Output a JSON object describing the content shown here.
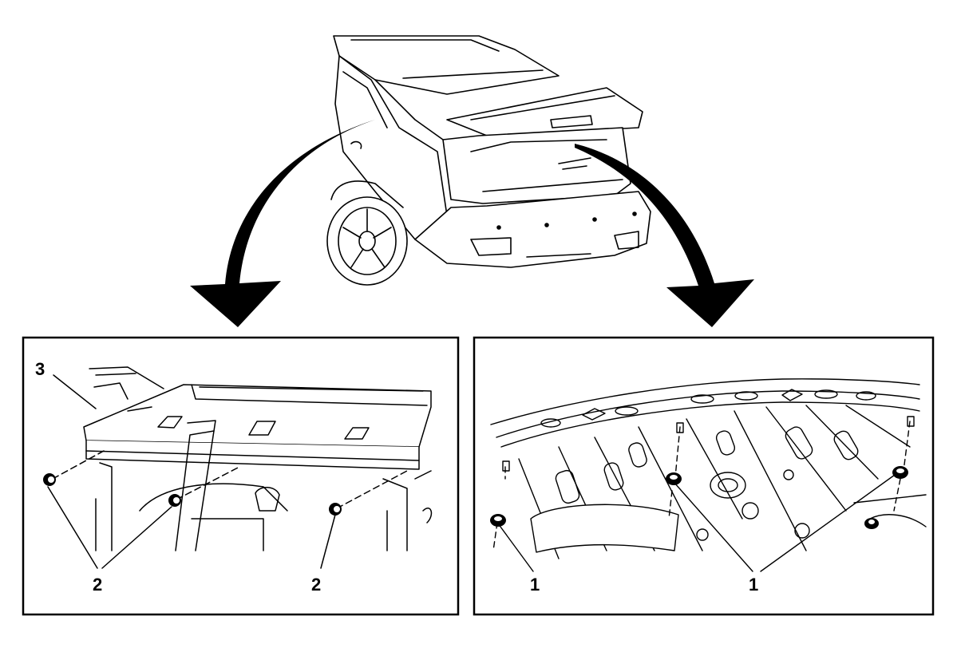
{
  "figure": {
    "left_panel": {
      "callouts": {
        "panel_label": "3",
        "fastener_left": "2",
        "fastener_right": "2"
      }
    },
    "right_panel": {
      "callouts": {
        "fastener_left": "1",
        "fastener_right": "1"
      }
    }
  }
}
